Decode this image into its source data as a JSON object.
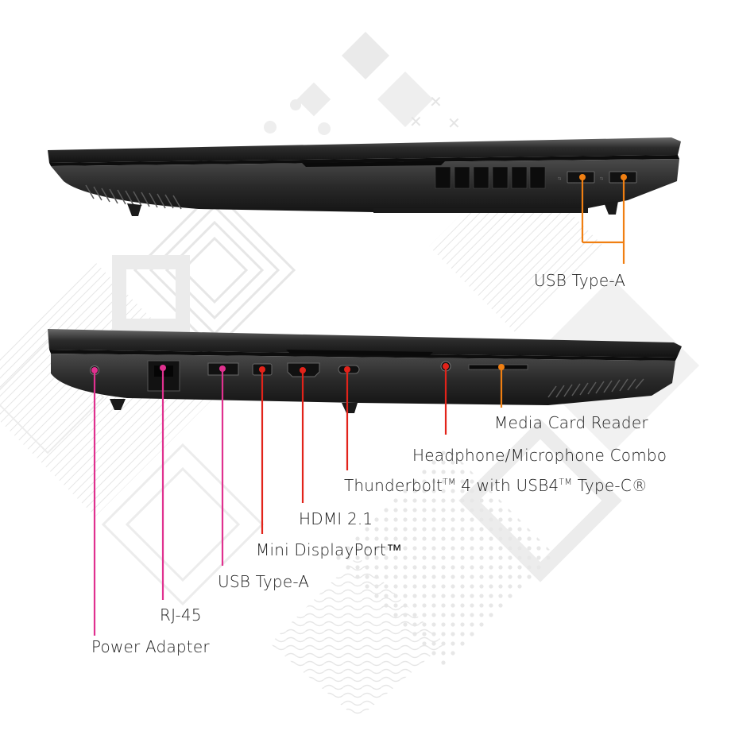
{
  "labels": {
    "top_usb": "USB Type-A",
    "media_card": "Media Card Reader",
    "headphone": "Headphone/Microphone Combo",
    "thunderbolt_a": "Thunderbolt",
    "thunderbolt_tm1": "TM",
    "thunderbolt_b": "4 with USB4",
    "thunderbolt_tm2": "TM",
    "thunderbolt_c": " Type-C®",
    "hdmi": "HDMI 2.1",
    "mini_dp": "Mini DisplayPort™",
    "usb_a": "USB Type-A",
    "rj45": "RJ-45",
    "power": "Power Adapter"
  },
  "colors": {
    "orange": "#f07f12",
    "red": "#e2231a",
    "magenta": "#e0318f",
    "laptop_dark": "#1b1b1b",
    "laptop_mid": "#333333",
    "pattern": "#e9e9e9"
  },
  "icons": [
    "usb-port-icon",
    "rj45-port-icon",
    "hdmi-port-icon",
    "mini-displayport-icon",
    "usb-c-port-icon",
    "audio-jack-icon",
    "sd-card-slot-icon",
    "power-jack-icon"
  ]
}
